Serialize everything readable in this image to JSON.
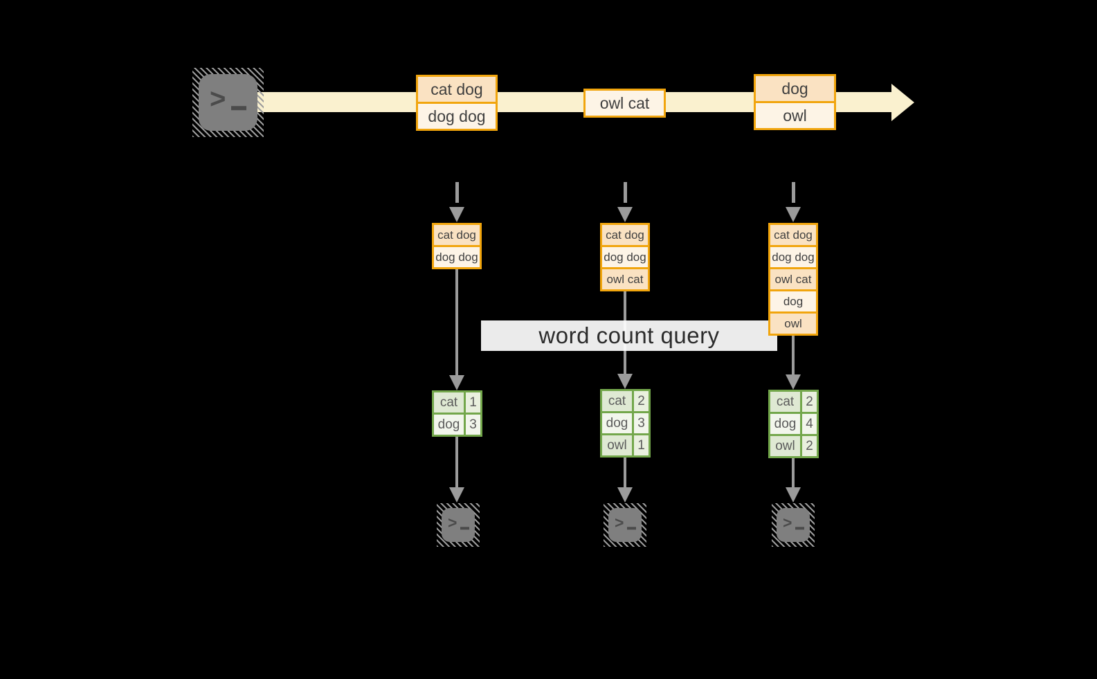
{
  "query_label": "word count query",
  "stream": {
    "messages": [
      {
        "lines": [
          "cat dog",
          "dog dog"
        ]
      },
      {
        "lines": [
          "owl cat"
        ]
      },
      {
        "lines": [
          "dog",
          "owl"
        ]
      }
    ]
  },
  "columns": [
    {
      "batch": [
        "cat dog",
        "dog dog"
      ],
      "counts": [
        {
          "word": "cat",
          "count": "1"
        },
        {
          "word": "dog",
          "count": "3"
        }
      ]
    },
    {
      "batch": [
        "cat dog",
        "dog dog",
        "owl cat"
      ],
      "counts": [
        {
          "word": "cat",
          "count": "2"
        },
        {
          "word": "dog",
          "count": "3"
        },
        {
          "word": "owl",
          "count": "1"
        }
      ]
    },
    {
      "batch": [
        "cat dog",
        "dog dog",
        "owl cat",
        "dog",
        "owl"
      ],
      "counts": [
        {
          "word": "cat",
          "count": "2"
        },
        {
          "word": "dog",
          "count": "4"
        },
        {
          "word": "owl",
          "count": "2"
        }
      ]
    }
  ],
  "icons": {
    "source": "terminal-icon",
    "sinks": [
      "terminal-icon",
      "terminal-icon",
      "terminal-icon"
    ]
  },
  "colors": {
    "background": "#000000",
    "stream_band": "#FAF1CF",
    "box_border": "#F1A50D",
    "box_fill_dark": "#FAE2C2",
    "box_fill_light": "#FDF4E6",
    "table_border": "#73A74B",
    "table_fill_dark": "#DFE9D3",
    "table_fill_light": "#F2F6EC",
    "arrow_gray": "#9B9B9B",
    "query_box_bg": "#FFFFFF",
    "text_dark": "#3F3F3F"
  }
}
